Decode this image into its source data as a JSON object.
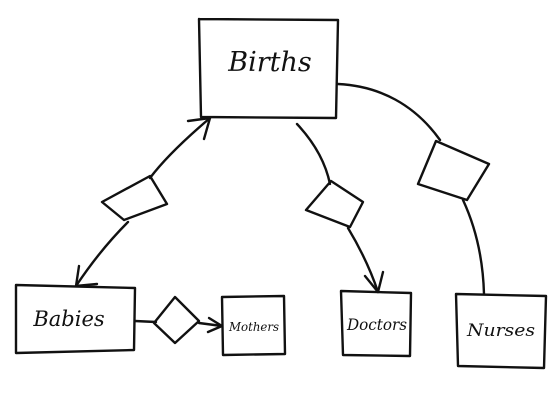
{
  "colors": {
    "ink": "#111111",
    "background": "#ffffff"
  },
  "diagram": {
    "entities": {
      "births": "Births",
      "babies": "Babies",
      "mothers": "Mothers",
      "doctors": "Doctors",
      "nurses": "Nurses"
    }
  }
}
